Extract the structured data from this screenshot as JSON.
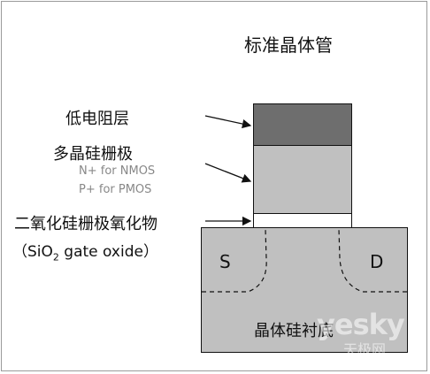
{
  "title": "标准晶体管",
  "labels": {
    "silicide": "低电阻层",
    "poly_gate": "多晶硅栅极",
    "nmos_note": "N+ for NMOS",
    "pmos_note": "P+ for PMOS",
    "oxide": "二氧化硅栅极氧化物",
    "oxide_formula": {
      "open_paren": "（",
      "pre": "SiO",
      "sub": "2",
      "post": " gate oxide",
      "close_paren": "）"
    },
    "source": "S",
    "drain": "D",
    "substrate": "晶体硅衬底"
  },
  "watermark": {
    "main": "yesky",
    "sub": "天极网"
  },
  "colors": {
    "silicide": "#6e6e6e",
    "polysilicon": "#c0c0c0",
    "oxide": "#ffffff",
    "substrate": "#c0c0c0",
    "outline": "#111111"
  }
}
